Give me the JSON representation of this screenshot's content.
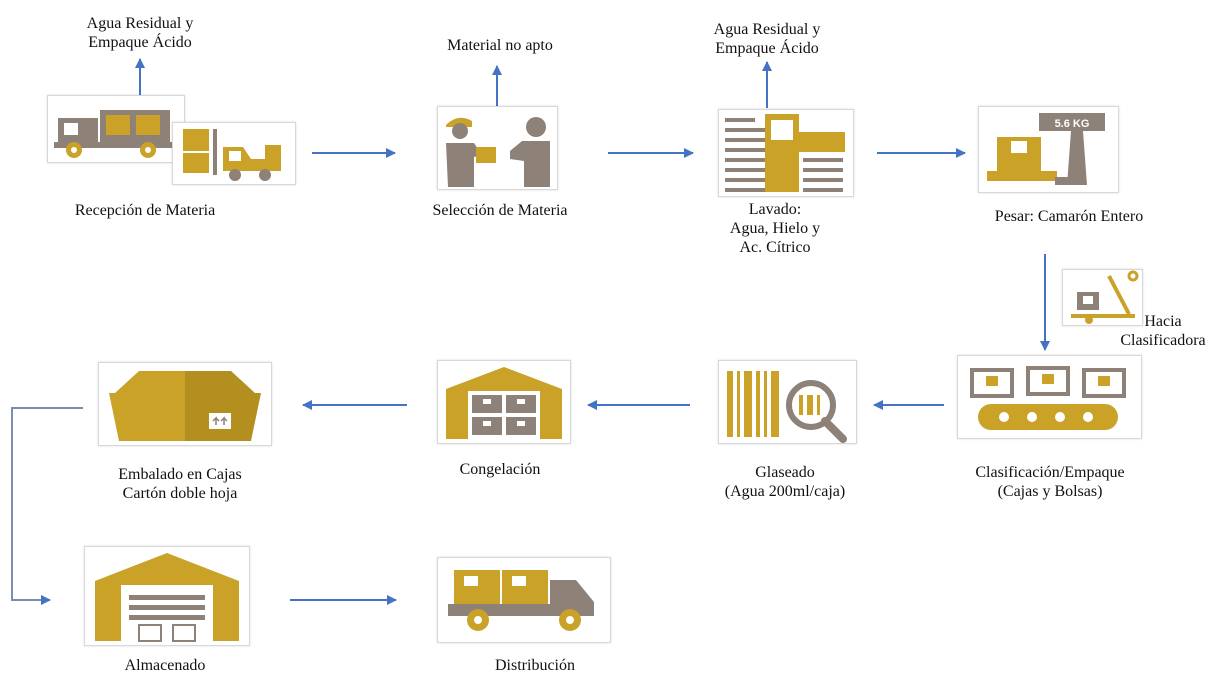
{
  "diagram": {
    "nodes": {
      "recepcion": {
        "label": "Recepción de Materia",
        "icon": "truck-forklift-icon"
      },
      "seleccion": {
        "label": "Selección de Materia",
        "icon": "two-workers-icon"
      },
      "lavado": {
        "lines": [
          "Lavado:",
          "Agua, Hielo y",
          "Ac. Cítrico"
        ],
        "icon": "washing-machine-icon"
      },
      "pesar": {
        "label": "Pesar:  Camarón Entero",
        "icon": "scale-icon"
      },
      "hacia": {
        "lines": [
          "Hacia",
          "Clasificadora"
        ],
        "icon": "hand-truck-icon"
      },
      "clasificacion": {
        "lines": [
          "Clasificación/Empaque",
          "(Cajas y Bolsas)"
        ],
        "icon": "conveyor-icon"
      },
      "glaseado": {
        "lines": [
          "Glaseado",
          "(Agua 200ml/caja)"
        ],
        "icon": "barcode-magnifier-icon"
      },
      "congelacion": {
        "label": "Congelación",
        "icon": "cold-storage-icon"
      },
      "embalado": {
        "lines": [
          "Embalado  en Cajas",
          "Cartón doble hoja"
        ],
        "icon": "open-box-icon"
      },
      "almacenado": {
        "label": "Almacenado",
        "icon": "warehouse-icon"
      },
      "distribucion": {
        "label": "Distribución",
        "icon": "delivery-truck-icon"
      }
    },
    "outputs": {
      "out1": [
        "Agua Residual y",
        "Empaque Ácido"
      ],
      "out2": [
        "Material no apto"
      ],
      "out3": [
        "Agua Residual y",
        "Empaque Ácido"
      ]
    },
    "scale_display": "5.6 KG",
    "colors": {
      "gold": "#C9A227",
      "taupe": "#8D8178",
      "arrow": "#4472C4",
      "line": "#7A8FB0"
    }
  }
}
